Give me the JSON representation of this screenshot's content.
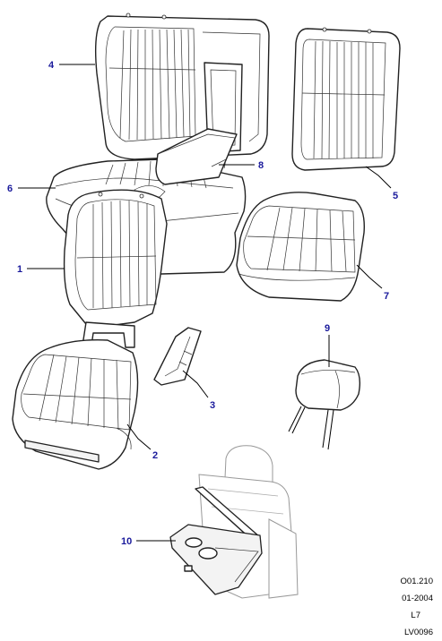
{
  "callouts": {
    "c1": "1",
    "c2": "2",
    "c3": "3",
    "c4": "4",
    "c5": "5",
    "c6": "6",
    "c7": "7",
    "c8": "8",
    "c9": "9",
    "c10": "10"
  },
  "reference": {
    "code": "O01.210",
    "date": "01-2004",
    "model": "L7",
    "illustration_id": "LV0096"
  },
  "colors": {
    "callout": "#1a1a9c",
    "line": "#222222"
  }
}
